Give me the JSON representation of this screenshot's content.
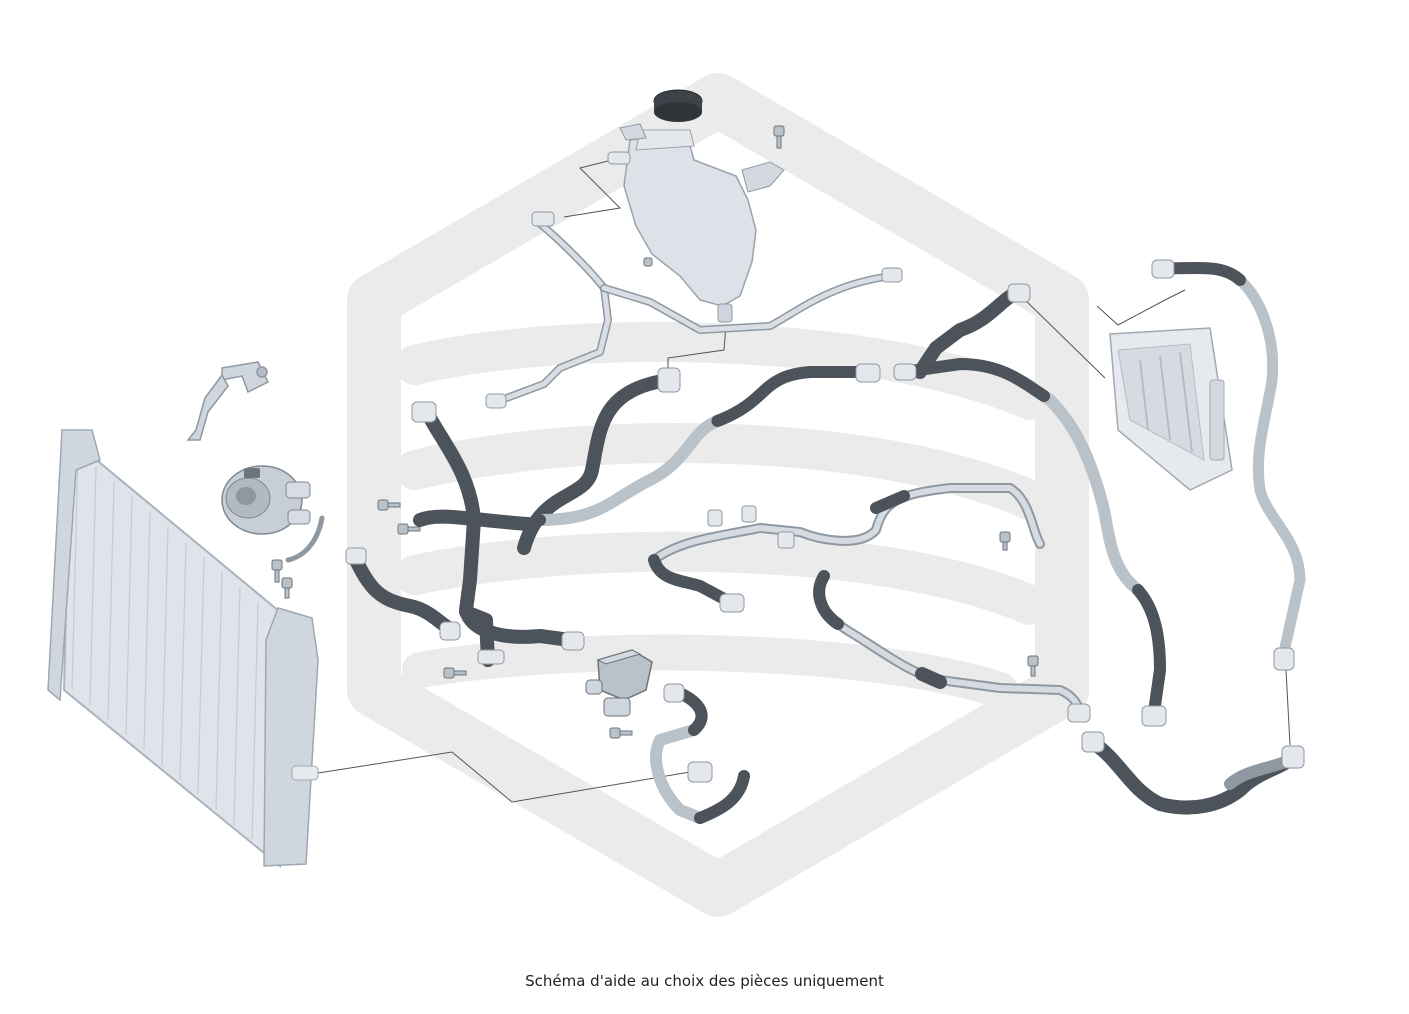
{
  "caption": "Schéma d'aide au choix des pièces uniquement",
  "watermark": {
    "name": "hexagon-logo-watermark",
    "color": "#ebebeb"
  },
  "colors": {
    "part_fill": "#d7dde3",
    "part_stroke": "#8f98a1",
    "hose_dark": "#4c535a",
    "hose_light": "#b9c1c9",
    "leader_line": "#555555"
  },
  "parts": [
    "radiator",
    "radiator-bracket",
    "electric-water-pump",
    "pump-strap",
    "expansion-tank",
    "expansion-tank-cap",
    "tank-vent-line",
    "tank-bleed-line",
    "upper-coolant-hose",
    "lower-coolant-hose",
    "heater-hose-loop",
    "heater-control-valve",
    "heat-exchanger-module",
    "right-return-hose",
    "right-outer-hose",
    "lower-right-hose",
    "center-distribution-pipe",
    "center-lower-pipe",
    "screws"
  ]
}
